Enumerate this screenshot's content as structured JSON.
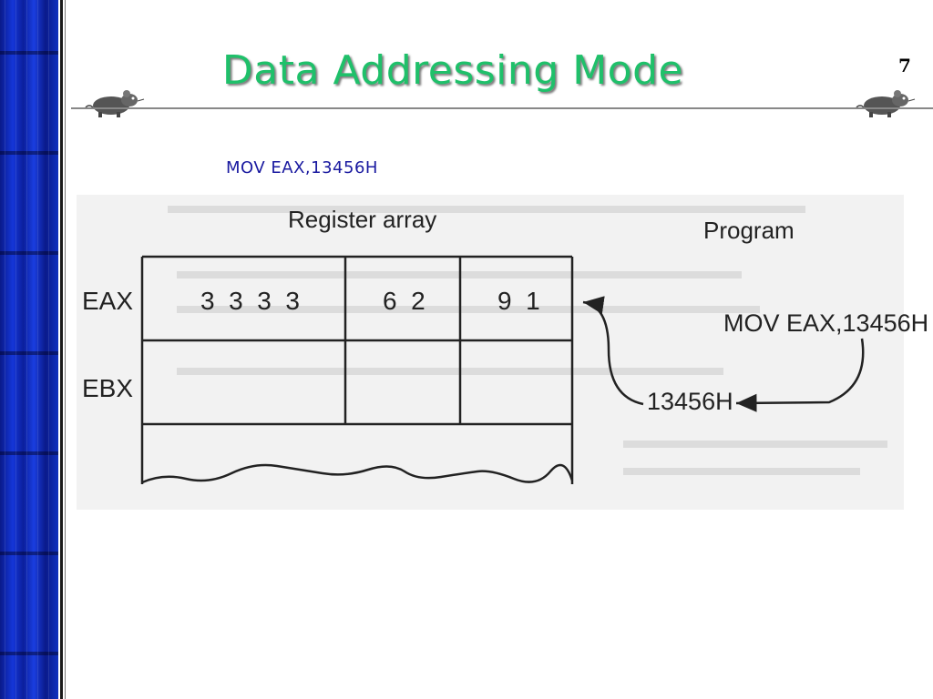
{
  "slide": {
    "title": "Data Addressing Mode",
    "page_number": "7",
    "subtitle": "MOV EAX,13456H"
  },
  "figure": {
    "register_array_label": "Register array",
    "program_label": "Program",
    "registers": [
      {
        "name": "EAX",
        "cells": [
          "3  3  3  3",
          "6  2",
          "9  1"
        ]
      },
      {
        "name": "EBX",
        "cells": [
          "",
          "",
          ""
        ]
      }
    ],
    "program_instruction": "MOV EAX,13456H",
    "address_value": "13456H"
  },
  "colors": {
    "title": "#1fc06a",
    "subtitle": "#1a1aa0",
    "side_strip": "#1436d8"
  }
}
